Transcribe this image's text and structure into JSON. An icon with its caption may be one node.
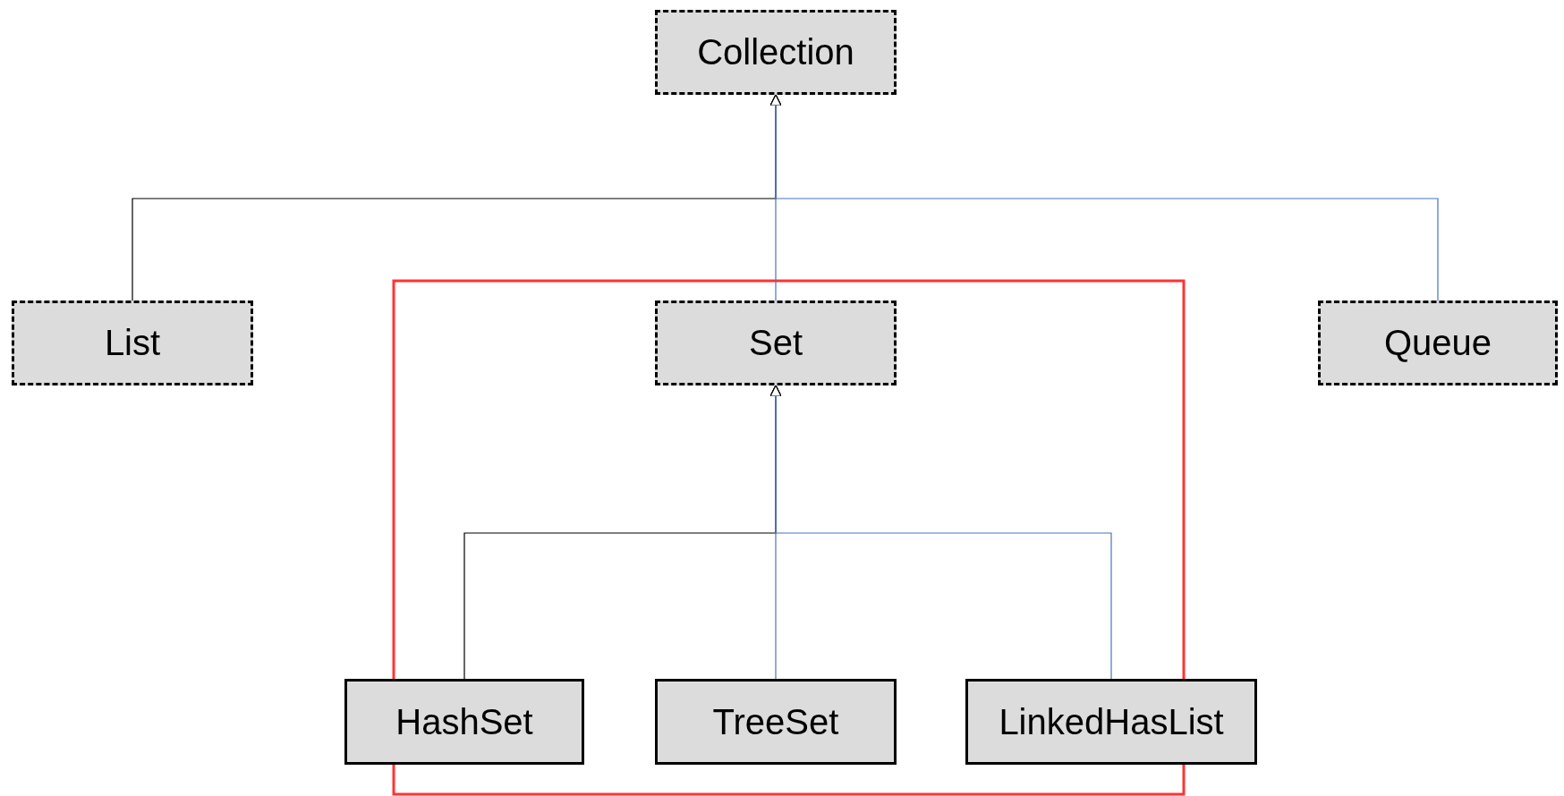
{
  "diagram": {
    "nodes": [
      {
        "text": [
          "Collection"
        ]
      },
      {
        "text": [
          "List"
        ]
      },
      {
        "text": [
          "Set"
        ]
      },
      {
        "text": [
          "Queue"
        ]
      },
      {
        "text": [
          "HashSet"
        ]
      },
      {
        "text": [
          "TreeSet"
        ]
      },
      {
        "text": [
          "LinkedHasList"
        ]
      }
    ],
    "edges": [
      {
        "from": 1,
        "to": 0,
        "arrow": "to",
        "color": "#000000"
      },
      {
        "from": 2,
        "to": 0,
        "arrow": "to"
      },
      {
        "from": 3,
        "to": 0,
        "arrow": "to"
      },
      {
        "from": 4,
        "to": 2,
        "arrow": "to",
        "color": "#000000"
      },
      {
        "from": 5,
        "to": 2,
        "arrow": "to"
      },
      {
        "from": 6,
        "to": 2,
        "arrow": "to"
      }
    ]
  }
}
